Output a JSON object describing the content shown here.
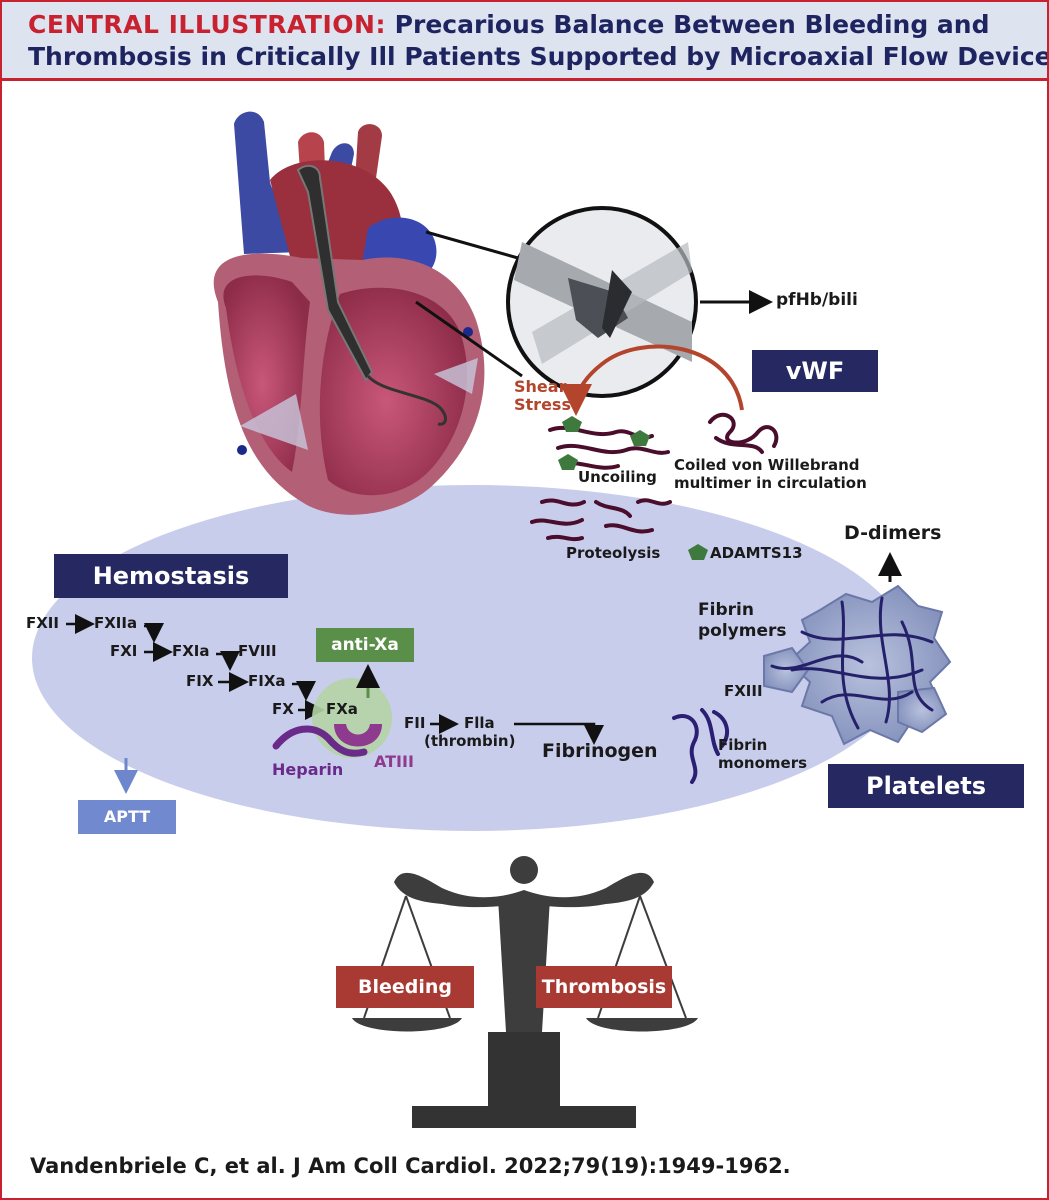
{
  "header": {
    "kicker": "CENTRAL ILLUSTRATION:",
    "title_part1": "Precarious Balance Between Bleeding and",
    "title_part2": "Thrombosis in Critically Ill Patients Supported by Microaxial Flow Devices"
  },
  "device": {
    "output_label": "pfHb/bili",
    "shear_stress": [
      "Shear",
      "Stress"
    ]
  },
  "vwf": {
    "box_label": "vWF",
    "uncoiling": "Uncoiling",
    "coiled": [
      "Coiled von Willebrand",
      "multimer in circulation"
    ],
    "proteolysis": "Proteolysis",
    "adamts": "ADAMTS13"
  },
  "hemostasis": {
    "box_label": "Hemostasis",
    "cascade": {
      "fxii": "FXII",
      "fxiia": "FXIIa",
      "fxi": "FXI",
      "fxia": "FXIa",
      "fviii": "FVIII",
      "fix": "FIX",
      "fixa": "FIXa",
      "fx": "FX",
      "fxa": "FXa",
      "fii": "FII",
      "flla": "Flla",
      "thrombin": "(thrombin)",
      "fibrinogen": "Fibrinogen"
    },
    "anti_xa": "anti-Xa",
    "heparin": "Heparin",
    "atiii": "ATIII",
    "aptt": "APTT"
  },
  "fibrin": {
    "d_dimers": "D-dimers",
    "polymers": [
      "Fibrin",
      "polymers"
    ],
    "fxiii": "FXIII",
    "monomers": [
      "Fibrin",
      "monomers"
    ],
    "platelets": "Platelets"
  },
  "scale": {
    "bleeding": "Bleeding",
    "thrombosis": "Thrombosis"
  },
  "citation": "Vandenbriele C, et al. J Am Coll Cardiol. 2022;79(19):1949-1962.",
  "colors": {
    "accent_red": "#c8212f",
    "navy": "#252861",
    "green": "#5a8f4a",
    "scale_red": "#a93a33",
    "aptt_blue": "#7089cf",
    "oval": "#c9cdec"
  }
}
